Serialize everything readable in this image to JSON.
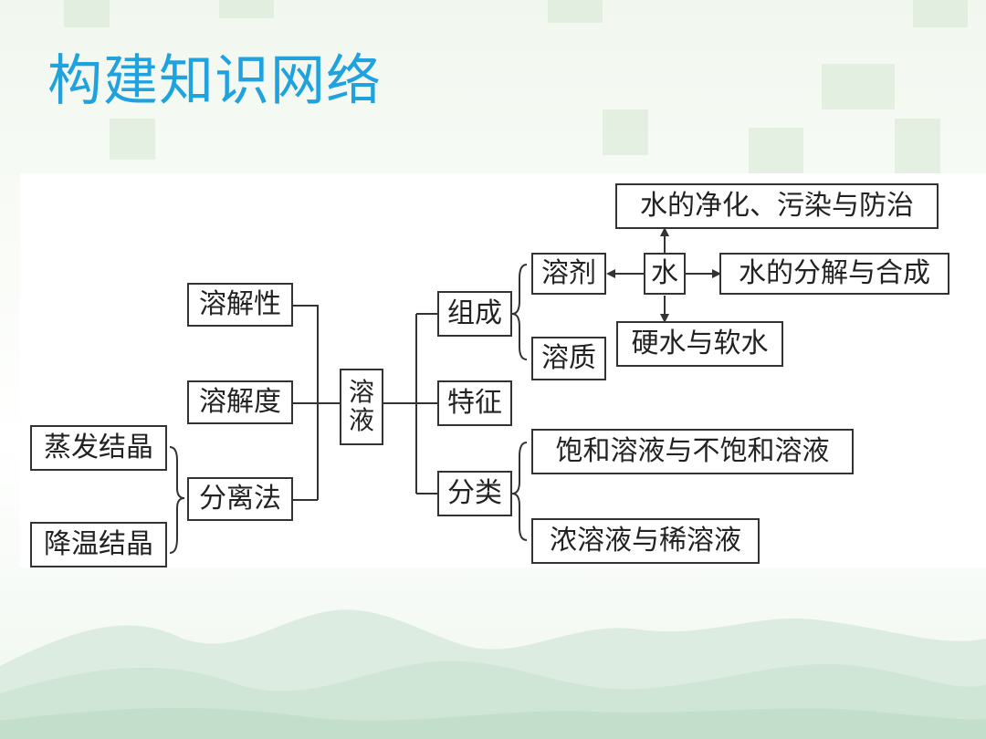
{
  "title": "构建知识网络",
  "diagram": {
    "center": {
      "chars": [
        "溶",
        "液"
      ]
    },
    "left_branches": {
      "solubility": "溶解性",
      "solubility_degree": "溶解度",
      "separation": "分离法"
    },
    "separation_methods": {
      "evaporation": "蒸发结晶",
      "cooling": "降温结晶"
    },
    "right_branches": {
      "composition": "组成",
      "feature": "特征",
      "classification": "分类"
    },
    "composition_items": {
      "solvent": "溶剂",
      "solute": "溶质"
    },
    "water": {
      "label": "水",
      "purification": "水的净化、污染与防治",
      "decomposition": "水的分解与合成",
      "hardness": "硬水与软水"
    },
    "classification_items": {
      "saturation": "饱和溶液与不饱和溶液",
      "concentration": "浓溶液与稀溶液"
    }
  },
  "colors": {
    "title": "#1fa2dd",
    "line": "#333333"
  }
}
